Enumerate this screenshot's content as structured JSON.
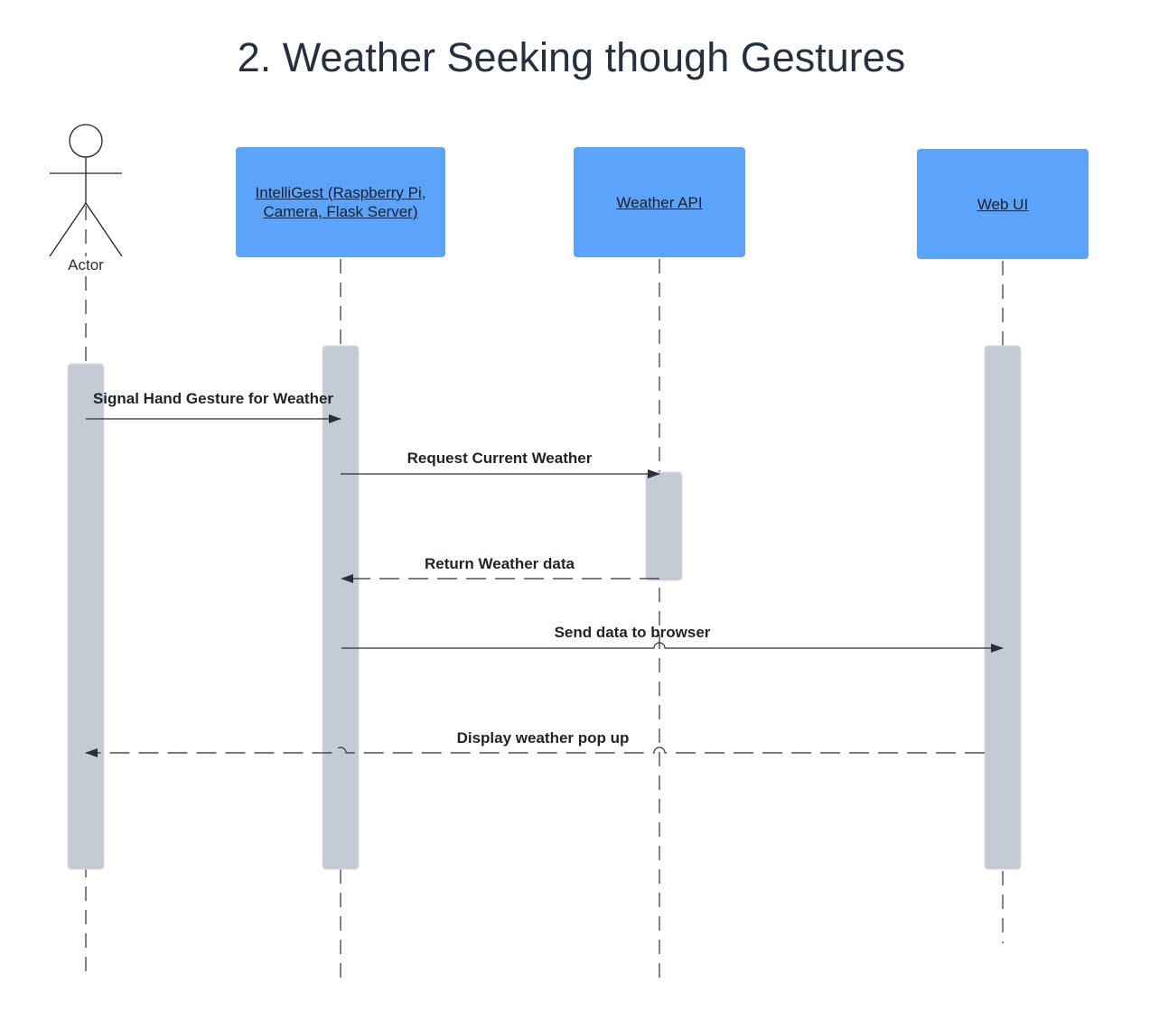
{
  "title": "2. Weather Seeking though Gestures",
  "actor": {
    "label": "Actor"
  },
  "participants": [
    {
      "id": "intelligest",
      "label": "IntelliGest  (Raspberry Pi, Camera, Flask Server)"
    },
    {
      "id": "weather_api",
      "label": "Weather API"
    },
    {
      "id": "web_ui",
      "label": "Web UI"
    }
  ],
  "messages": [
    {
      "label": "Signal Hand Gesture for Weather",
      "from": "Actor",
      "to": "IntelliGest",
      "style": "solid"
    },
    {
      "label": "Request Current Weather",
      "from": "IntelliGest",
      "to": "Weather API",
      "style": "solid"
    },
    {
      "label": "Return Weather data",
      "from": "Weather API",
      "to": "IntelliGest",
      "style": "dashed"
    },
    {
      "label": "Send data to browser",
      "from": "IntelliGest",
      "to": "Web UI",
      "style": "solid"
    },
    {
      "label": "Display weather pop up",
      "from": "Web UI",
      "to": "Actor",
      "style": "dashed"
    }
  ],
  "colors": {
    "participant_fill": "#5ba3fb",
    "activation_fill": "#c4cbd5",
    "line": "#2b2f38"
  }
}
